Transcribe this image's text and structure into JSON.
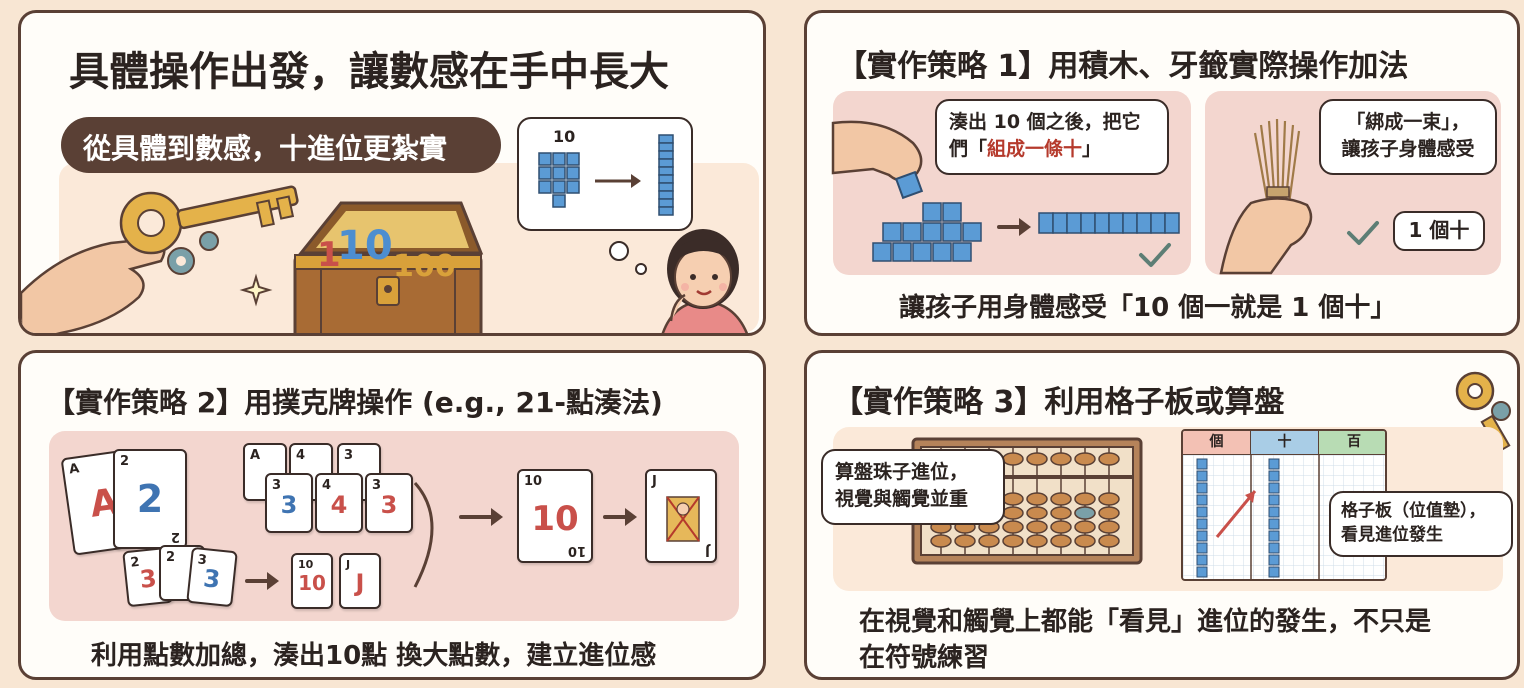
{
  "panel1": {
    "title": "具體操作出發，讓數感在手中長大",
    "banner": "從具體到數感，十進位更紮實",
    "bubble_number": "10",
    "chest_numbers": [
      "1",
      "10",
      "100"
    ]
  },
  "panel2": {
    "title": "【實作策略 1】用積木、牙籤實際操作加法",
    "bubble_left_line1": "湊出 10 個之後，把它",
    "bubble_left_line2_pre": "們「",
    "bubble_left_highlight": "組成一條十",
    "bubble_left_line2_post": "」",
    "bubble_right_line1": "「綁成一束」，",
    "bubble_right_line2": "讓孩子身體感受",
    "badge": "1 個十",
    "caption": "讓孩子用身體感受「10 個一就是 1 個十」"
  },
  "panel3": {
    "title": "【實作策略 2】用撲克牌操作 (e.g., 21-點湊法)",
    "caption": "利用點數加總，湊出10點 換大點數，建立進位感",
    "cards_a": [
      {
        "idx": "A",
        "mid": "A",
        "color": "red"
      },
      {
        "idx": "2",
        "mid": "2",
        "color": "blue"
      }
    ],
    "cards_b": [
      {
        "idx": "A",
        "mid": "",
        "color": "blue"
      },
      {
        "idx": "4",
        "mid": "",
        "color": "blue"
      },
      {
        "idx": "3",
        "mid": "",
        "color": "blue"
      },
      {
        "idx": "3",
        "mid": "3",
        "color": "blue"
      },
      {
        "idx": "4",
        "mid": "4",
        "color": "red"
      },
      {
        "idx": "3",
        "mid": "3",
        "color": "red"
      }
    ],
    "cards_c": [
      {
        "idx": "2",
        "mid": "3",
        "color": "red"
      },
      {
        "idx": "2",
        "mid": "",
        "color": "red"
      },
      {
        "idx": "3",
        "mid": "3",
        "color": "blue"
      }
    ],
    "small_ten": {
      "idx": "10",
      "mid": "10"
    },
    "small_j": {
      "idx": "J",
      "mid": "J"
    },
    "big_ten": {
      "idx": "10",
      "mid": "10",
      "bottom": "10"
    },
    "big_j": {
      "idx": "J",
      "bottom": "J"
    }
  },
  "panel4": {
    "title": "【實作策略 3】利用格子板或算盤",
    "bubble_left_line1": "算盤珠子進位，",
    "bubble_left_line2": "視覺與觸覺並重",
    "bubble_right_line1": "格子板（位值墊），",
    "bubble_right_line2": "看見進位發生",
    "board_headers": [
      "個",
      "十",
      "百"
    ],
    "caption_line1": "在視覺和觸覺上都能「看見」進位的發生，不只是",
    "caption_line2": "在符號練習"
  },
  "colors": {
    "border": "#5a4035",
    "pink": "#f3d6cf",
    "peach": "#fbe9d9",
    "block_blue": "#5b9bd5",
    "red_text": "#b53a2c",
    "gold": "#d9a13a"
  }
}
